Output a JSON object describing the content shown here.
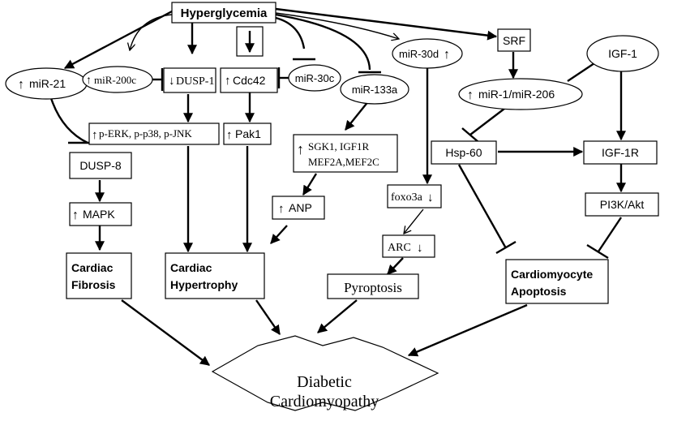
{
  "nodes": {
    "hyperglycemia": "Hyperglycemia",
    "mir21": "miR-21",
    "mir200c": "miR-200c",
    "dusp1": "DUSP-1",
    "cdc42": "Cdc42",
    "mir30c": "miR-30c",
    "mir133a": "miR-133a",
    "mir30d": "miR-30d",
    "srf": "SRF",
    "igf1": "IGF-1",
    "mir1_206": "miR-1/miR-206",
    "perk": "p-ERK, p-p38, p-JNK",
    "pak1": "Pak1",
    "sgk1_line1": "SGK1, IGF1R",
    "sgk1_line2": "MEF2A,MEF2C",
    "hsp60": "Hsp-60",
    "igf1r": "IGF-1R",
    "dusp8": "DUSP-8",
    "foxo3a": "foxo3a",
    "anp": "ANP",
    "pi3k": "PI3K/Akt",
    "mapk": "MAPK",
    "arc": "ARC",
    "cardiac_fibrosis_1": "Cardiac",
    "cardiac_fibrosis_2": "Fibrosis",
    "cardiac_hypertrophy_1": "Cardiac",
    "cardiac_hypertrophy_2": "Hypertrophy",
    "pyroptosis": "Pyroptosis",
    "apoptosis_1": "Cardiomyocyte",
    "apoptosis_2": "Apoptosis",
    "dcm_1": "Diabetic",
    "dcm_2": "Cardiomyopathy"
  },
  "indicators": {
    "up": "↑",
    "down": "↓"
  }
}
